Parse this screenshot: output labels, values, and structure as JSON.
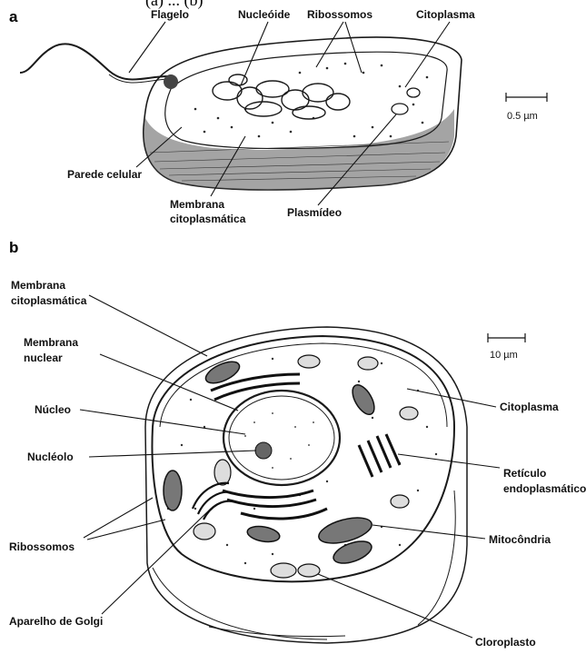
{
  "caption_top": "(a) ... (b)",
  "panel_a": {
    "letter": "a",
    "labels": {
      "flagelo": "Flagelo",
      "nucleoide": "Nucleóide",
      "ribossomos": "Ribossomos",
      "citoplasma": "Citoplasma",
      "parede": "Parede celular",
      "membrana_l1": "Membrana",
      "membrana_l2": "citoplasmática",
      "plasmideo": "Plasmídeo"
    },
    "scale": "0.5 µm"
  },
  "panel_b": {
    "letter": "b",
    "labels": {
      "membrana_cito_l1": "Membrana",
      "membrana_cito_l2": "citoplasmática",
      "membrana_nuc_l1": "Membrana",
      "membrana_nuc_l2": "nuclear",
      "nucleo": "Núcleo",
      "nucleolo": "Nucléolo",
      "ribossomos": "Ribossomos",
      "golgi": "Aparelho de Golgi",
      "citoplasma": "Citoplasma",
      "reticulo_l1": "Retículo",
      "reticulo_l2": "endoplasmático",
      "mitocondria": "Mitocôndria",
      "cloroplasto": "Cloroplasto"
    },
    "scale": "10 µm"
  }
}
